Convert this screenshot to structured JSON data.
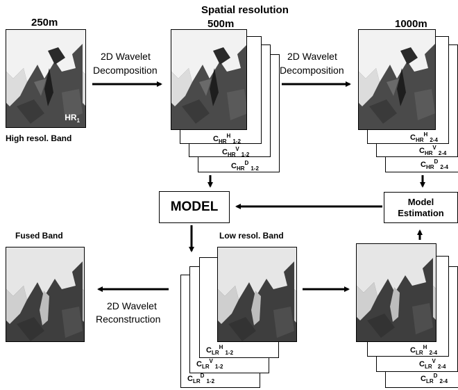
{
  "header": {
    "spatial_resolution": "Spatial resolution"
  },
  "resolutions": {
    "r250": "250m",
    "r500": "500m",
    "r1000": "1000m"
  },
  "labels": {
    "hr_image_tag": "HR",
    "hr_image_tag_sub": "1",
    "high_band": "High resol. Band",
    "low_band": "Low resol. Band",
    "fused_band": "Fused Band"
  },
  "operations": {
    "decomp1_line1": "2D Wavelet",
    "decomp1_line2": "Decomposition",
    "decomp2_line1": "2D Wavelet",
    "decomp2_line2": "Decomposition",
    "recon_line1": "2D Wavelet",
    "recon_line2": "Reconstruction"
  },
  "model": {
    "label": "MODEL"
  },
  "model_estimation": {
    "line1": "Model",
    "line2": "Estimation"
  },
  "coefficients": {
    "hr_500": [
      {
        "base": "C",
        "sub": "HR",
        "sup": "H",
        "level": "1-2"
      },
      {
        "base": "C",
        "sub": "HR",
        "sup": "V",
        "level": "1-2"
      },
      {
        "base": "C",
        "sub": "HR",
        "sup": "D",
        "level": "1-2"
      }
    ],
    "hr_1000": [
      {
        "base": "C",
        "sub": "HR",
        "sup": "H",
        "level": "2-4"
      },
      {
        "base": "C",
        "sub": "HR",
        "sup": "V",
        "level": "2-4"
      },
      {
        "base": "C",
        "sub": "HR",
        "sup": "D",
        "level": "2-4"
      }
    ],
    "lr_500": [
      {
        "base": "C",
        "sub": "LR",
        "sup": "H",
        "level": "1-2"
      },
      {
        "base": "C",
        "sub": "LR",
        "sup": "V",
        "level": "1-2"
      },
      {
        "base": "C",
        "sub": "LR",
        "sup": "D",
        "level": "1-2"
      }
    ],
    "lr_1000": [
      {
        "base": "C",
        "sub": "LR",
        "sup": "H",
        "level": "2-4"
      },
      {
        "base": "C",
        "sub": "LR",
        "sup": "V",
        "level": "2-4"
      },
      {
        "base": "C",
        "sub": "LR",
        "sup": "D",
        "level": "2-4"
      }
    ]
  }
}
